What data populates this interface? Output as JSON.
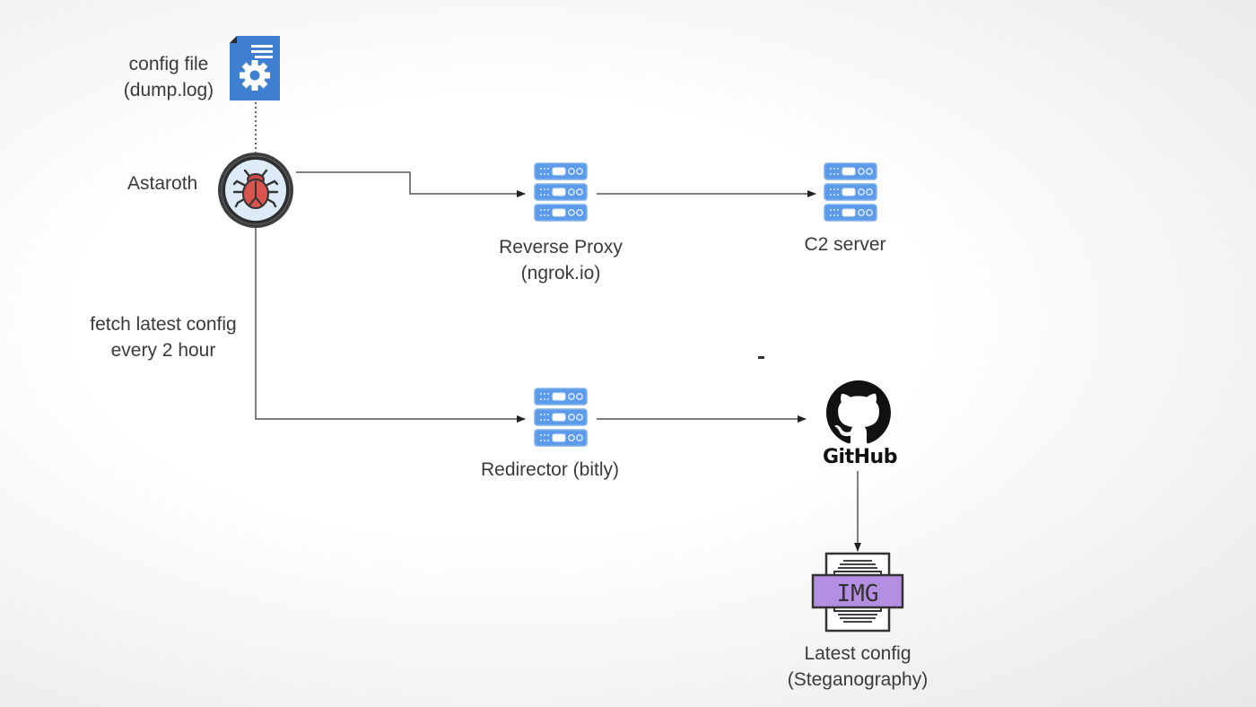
{
  "diagram": {
    "nodes": {
      "config_file": {
        "label_line1": "config file",
        "label_line2": "(dump.log)",
        "icon": "config-file-gear-icon"
      },
      "astaroth": {
        "label": "Astaroth",
        "icon": "bug-malware-icon"
      },
      "reverse_proxy": {
        "label_line1": "Reverse Proxy",
        "label_line2": "(ngrok.io)",
        "icon": "server-rack-icon"
      },
      "c2_server": {
        "label": "C2 server",
        "icon": "server-rack-icon"
      },
      "redirector": {
        "label": "Redirector (bitly)",
        "icon": "server-rack-icon"
      },
      "github": {
        "label": "GitHub",
        "icon": "github-octocat-icon"
      },
      "latest_config": {
        "label_line1": "Latest config",
        "label_line2": "(Steganography)",
        "icon_text": "IMG",
        "icon": "image-file-icon"
      }
    },
    "edges": {
      "fetch_label_line1": "fetch latest config",
      "fetch_label_line2": "every 2 hour",
      "list": [
        {
          "from": "config_file",
          "to": "astaroth",
          "style": "dotted"
        },
        {
          "from": "astaroth",
          "to": "reverse_proxy",
          "style": "solid-arrow"
        },
        {
          "from": "reverse_proxy",
          "to": "c2_server",
          "style": "solid-arrow"
        },
        {
          "from": "astaroth",
          "to": "redirector",
          "style": "solid-arrow"
        },
        {
          "from": "redirector",
          "to": "github",
          "style": "solid-arrow"
        },
        {
          "from": "github",
          "to": "latest_config",
          "style": "solid-arrow"
        }
      ]
    },
    "colors": {
      "server_blue": "#5b9bea",
      "config_blue": "#3f7fd1",
      "bug_red": "#d9534f",
      "img_purple": "#b48ee0"
    }
  }
}
